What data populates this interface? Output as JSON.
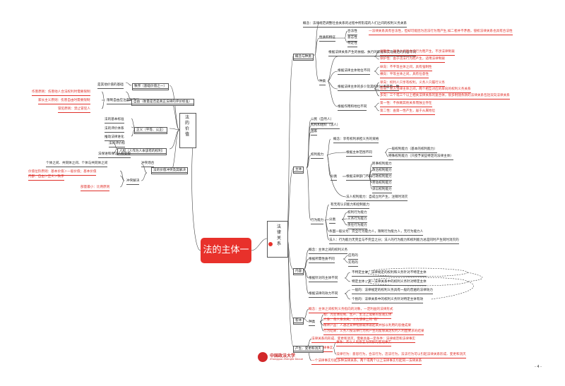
{
  "central_title": "法的主体一",
  "law_relation": "法律关系",
  "value_label": "法的价值",
  "left_texts": [
    {
      "text": "是其他价值的基础",
      "red": false
    },
    {
      "text": "秩序（基础价值之一）",
      "red": false
    },
    {
      "text": "作害原则：伤害他人合法权利时需要限制",
      "red": true
    },
    {
      "text": "家长主义原则：伤害自由时需要限制",
      "red": true
    },
    {
      "text": "冒犯原则：禁止冒犯人",
      "red": true
    },
    {
      "text": "限制自由应注意的原则",
      "red": false
    },
    {
      "text": "自由（衡量是否是真正法律的评价标准）",
      "red": false
    },
    {
      "text": "法的基本标准",
      "red": false
    },
    {
      "text": "法的评价体系",
      "red": false
    },
    {
      "text": "推动法律进化",
      "red": false
    },
    {
      "text": "正义（平等、公正）",
      "red": false
    },
    {
      "text": "法的评价标",
      "red": false
    },
    {
      "text": "人权（人作为人本该有的权利）",
      "red": false
    },
    {
      "text": "法保进和保证人权实现",
      "red": false
    },
    {
      "text": "个体之间、共同体之间、个体与共同体之间",
      "red": false
    },
    {
      "text": "冲突场合",
      "red": false
    },
    {
      "text": "法的价值冲突及其解决",
      "red": false
    },
    {
      "text": "价值位阶原则：基本价值＞一般价值；基本价值",
      "red": true
    },
    {
      "text": "内部：自由＞正义＞秩序",
      "red": true
    },
    {
      "text": "冲突解决",
      "red": false
    },
    {
      "text": "部量最小：比例原则",
      "red": true
    }
  ],
  "right_texts": [
    {
      "text": "概念：法律规范调整社会关系的过程中所形成的人们之间的权利义务关系",
      "red": false
    },
    {
      "text": "合法性",
      "red": false
    },
    {
      "text": "一法律关系具有合法性，但却可能因为违法行为而产生,如二者并不矛盾，侵权法律关系也具有合法性",
      "red": true
    },
    {
      "text": "意志性",
      "red": false
    },
    {
      "text": "特定性",
      "red": false
    },
    {
      "text": "性质和特征",
      "red": false
    },
    {
      "text": "概念与种类",
      "red": false
    },
    {
      "text": "根据法律关系产生的依据、执行的职能和实现规范的内容不同",
      "red": false
    },
    {
      "text": "调整性：基于人们的合法行为而产生，不涉法律制裁",
      "red": true
    },
    {
      "text": "保护性：由于违法行为而产生，适用法律制裁",
      "red": true
    },
    {
      "text": "根据法律主体地位不同",
      "red": false
    },
    {
      "text": "纵向：不平等主体之间，具有强制性",
      "red": true
    },
    {
      "text": "横向：平等主体之间，具有任意性",
      "red": true
    },
    {
      "text": "种类",
      "red": false
    },
    {
      "text": "单向：权利人只享有权利，义务人只履行义务",
      "red": true
    },
    {
      "text": "双向：双方法律主体之间，两个相互对应的单向的权利义务关系",
      "red": true
    },
    {
      "text": "多向：三个或三个以上相关法律关系的复合体，很多附随条款的法律关系包括双向法律关系",
      "red": true
    },
    {
      "text": "根据法律主体的多少及其权利义务是否一致",
      "red": false
    },
    {
      "text": "第一性：不依赖其他关系而独立存在",
      "red": true
    },
    {
      "text": "第二性：由第一性产生，居于从属地位",
      "red": true
    },
    {
      "text": "根据作用和地位不同",
      "red": false
    },
    {
      "text": "公民（自然人）",
      "red": false
    },
    {
      "text": "机构和组织（法人）",
      "red": false
    },
    {
      "text": "国家",
      "red": false
    },
    {
      "text": "主体",
      "red": false
    },
    {
      "text": "概念：享有权利承担义务的资格",
      "red": false
    },
    {
      "text": "一般权利能力（基本的权利能力）",
      "red": false
    },
    {
      "text": "特殊权利能力（只授予某些特定的法律主体）",
      "red": false
    },
    {
      "text": "根据主体范围不同",
      "red": false
    },
    {
      "text": "权利能力",
      "red": false
    },
    {
      "text": "民事权利能力",
      "red": false
    },
    {
      "text": "政治权利能力",
      "red": false
    },
    {
      "text": "行政权利能力",
      "red": false
    },
    {
      "text": "劳动权利能力",
      "red": false
    },
    {
      "text": "诉讼权利能力",
      "red": false
    },
    {
      "text": "根据法律部门不同",
      "red": false
    },
    {
      "text": "分类",
      "red": false
    },
    {
      "text": "法人权利能力：自成立时产生，注销时消灭",
      "red": false
    },
    {
      "text": "有无有认识能力和控制能力",
      "red": false
    },
    {
      "text": "权利行为能力",
      "red": false
    },
    {
      "text": "义务行为能力",
      "red": false
    },
    {
      "text": "责任行为能力",
      "red": false
    },
    {
      "text": "分类",
      "red": false
    },
    {
      "text": "行为能力",
      "red": false
    },
    {
      "text": "条国一般分为：完全行为能力人，限制行为能力人，无行为能力人",
      "red": false
    },
    {
      "text": "法人：行为能力无完全与不完全之分；法人的行为能力和权利能力总是同时产生同时消灭的",
      "red": false
    },
    {
      "text": "概念：主体之间的权利义务",
      "red": false
    },
    {
      "text": "应有的",
      "red": false
    },
    {
      "text": "实有的",
      "red": false
    },
    {
      "text": "根据所需性质不同",
      "red": false
    },
    {
      "text": "内容",
      "red": false
    },
    {
      "text": "不特定主体：法律规定的权利和义务针对不特定主体",
      "red": false
    },
    {
      "text": "特定主体：某一法律关系中的权利义务针对特定主体",
      "red": false
    },
    {
      "text": "根据针对的主体不同",
      "red": false
    },
    {
      "text": "一般的：法律规定的权利义务具有一般的普遍的法律效力",
      "red": false
    },
    {
      "text": "个别的：法律关系中的权利义务针对特定主体有效",
      "red": false
    },
    {
      "text": "根据法律的效力不同",
      "red": false
    },
    {
      "text": "概念：主体之间权利义务指向的对象，一定利益的法律形式",
      "red": true
    },
    {
      "text": "物：为主体控制、生产、生活上需要的客观实体",
      "red": true
    },
    {
      "text": "人身：与人身分离，才为法律上的“物”",
      "red": true
    },
    {
      "text": "精神产品：人通过某种物质载体跟起来并加以利用的思维成果",
      "red": true
    },
    {
      "text": "行为结果：义务人按法律行为所产生的能够满足权利人利益要求的结果",
      "red": true
    },
    {
      "text": "种类",
      "red": false
    },
    {
      "text": "客体",
      "red": false
    },
    {
      "text": "法律关系的形成、变更和消灭，需要具备一定条件：法律规范和法律事实",
      "red": true
    },
    {
      "text": "事件：不以人的意志为转移的客观事实",
      "red": true
    },
    {
      "text": "法律事实",
      "red": true
    },
    {
      "text": "法律行为：意思行为，合法行为，违法行为，法法行为可以引起法律关系形成、变更和消灭",
      "red": true
    },
    {
      "text": "一个法律事实引起多种法律关系，两个或两个以上法律事实引起同一法律关系",
      "red": true
    },
    {
      "text": "产生、变更和消灭",
      "red": false
    }
  ],
  "footer": {
    "university": "中国政法大学",
    "university_sub": "Zhongguo Zhengfa Daxue",
    "page_number": "- 4 -"
  }
}
